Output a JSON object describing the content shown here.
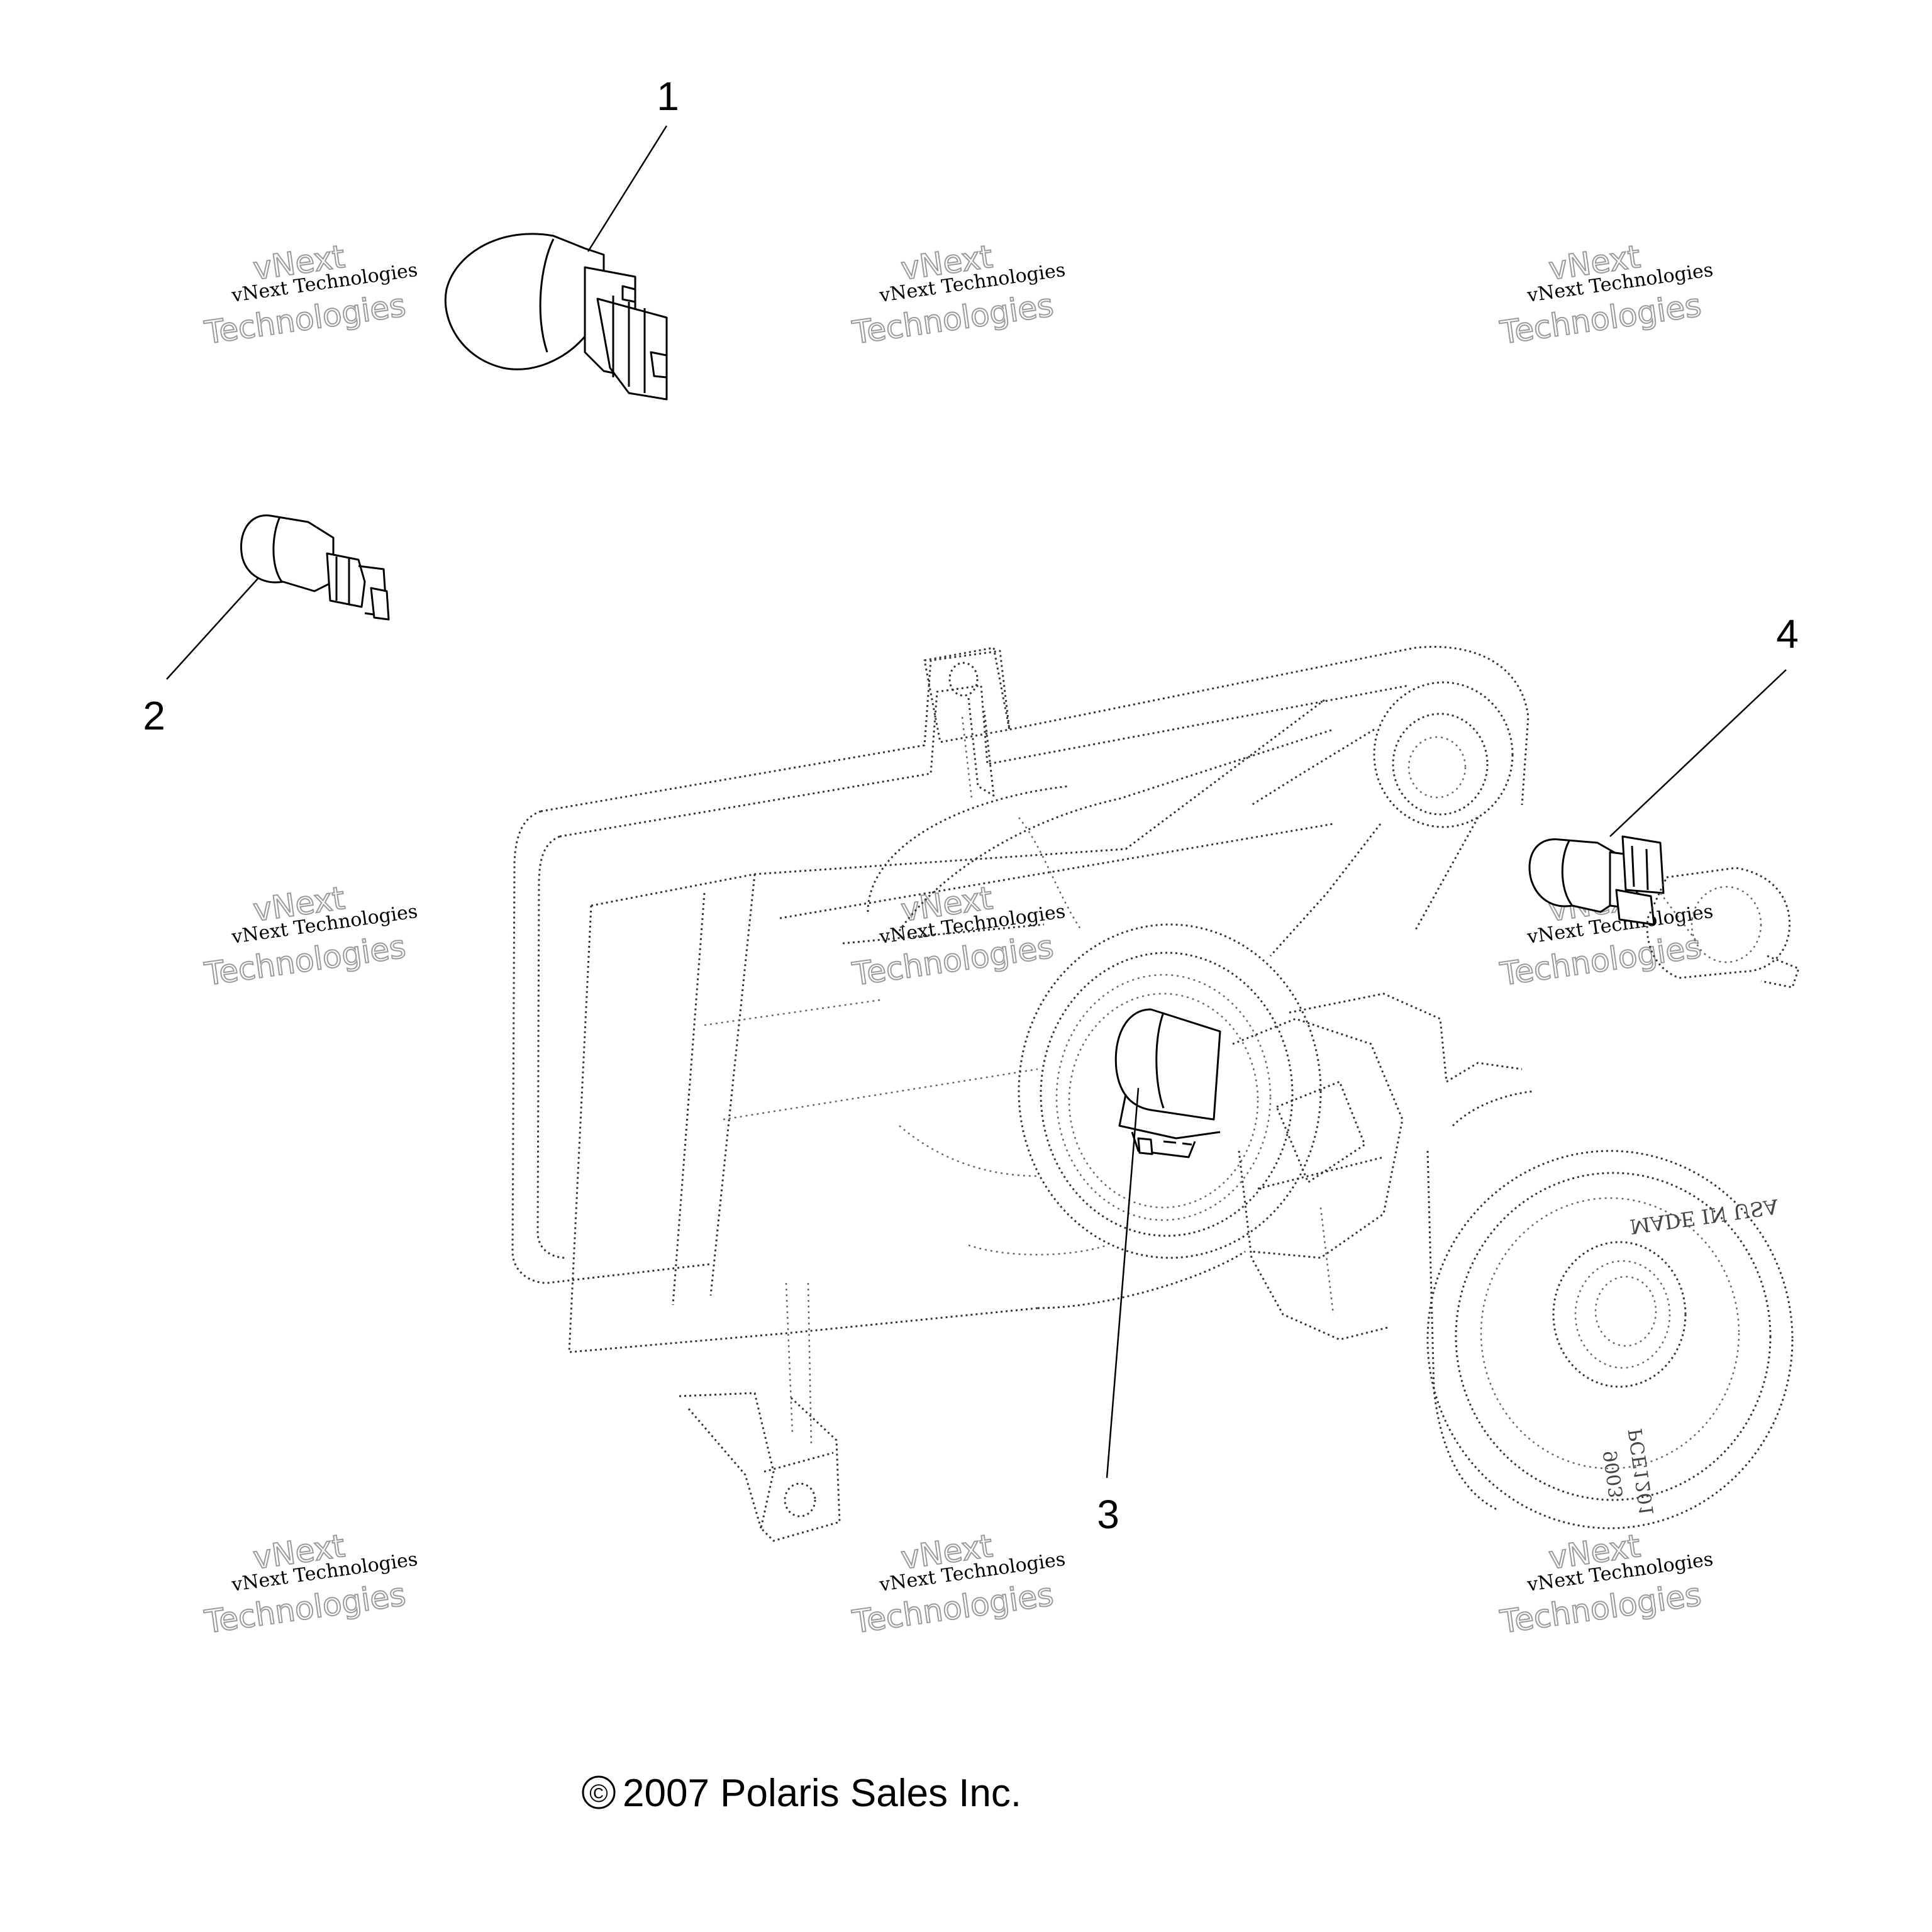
{
  "callouts": [
    {
      "id": "1",
      "label": "1"
    },
    {
      "id": "2",
      "label": "2"
    },
    {
      "id": "3",
      "label": "3"
    },
    {
      "id": "4",
      "label": "4"
    }
  ],
  "copyright": "2007 Polaris Sales Inc.",
  "copyright_symbol": "©",
  "watermark": {
    "line_small": "vNext Technologies",
    "line_outline_top": "vNext",
    "line_outline_bottom": "Technologies"
  },
  "lamp_markings": {
    "line_1": "MADE IN USA",
    "line_2": "PCE1201",
    "line_3": "9003"
  },
  "colors": {
    "ink": "#000000",
    "watermark_outline": "#9a9a9a",
    "background": "#ffffff"
  }
}
